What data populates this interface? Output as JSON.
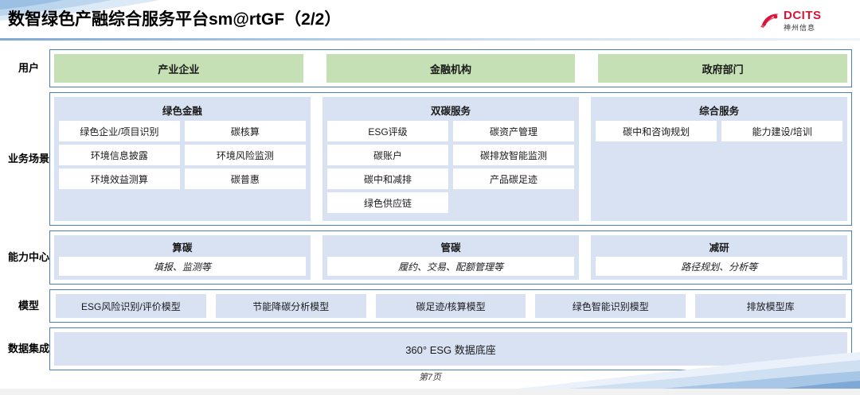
{
  "header": {
    "title": "数智绿色产融综合服务平台sm@rtGF（2/2）",
    "logo_en": "DCITS",
    "logo_cn": "神州信息"
  },
  "rows": {
    "users": {
      "label": "用户",
      "items": [
        "产业企业",
        "金融机构",
        "政府部门"
      ]
    },
    "scenarios": {
      "label": "业务场景",
      "groups": [
        {
          "title": "绿色金融",
          "items": [
            "绿色企业/项目识别",
            "碳核算",
            "环境信息披露",
            "环境风险监测",
            "环境效益测算",
            "碳普惠"
          ]
        },
        {
          "title": "双碳服务",
          "items": [
            "ESG评级",
            "碳资产管理",
            "碳账户",
            "碳排放智能监测",
            "碳中和减排",
            "产品碳足迹",
            "绿色供应链"
          ]
        },
        {
          "title": "综合服务",
          "items": [
            "碳中和咨询规划",
            "能力建设/培训"
          ]
        }
      ]
    },
    "capability": {
      "label": "能力中心",
      "groups": [
        {
          "title": "算碳",
          "sub": "填报、监测等"
        },
        {
          "title": "管碳",
          "sub": "履约、交易、配额管理等"
        },
        {
          "title": "减研",
          "sub": "路径规划、分析等"
        }
      ]
    },
    "models": {
      "label": "模型",
      "items": [
        "ESG风险识别/评价模型",
        "节能降碳分析模型",
        "碳足迹/核算模型",
        "绿色智能识别模型",
        "排放模型库"
      ]
    },
    "data": {
      "label": "数据集成",
      "items": [
        "360° ESG 数据底座"
      ]
    }
  },
  "footer": {
    "page": "第7页"
  },
  "colors": {
    "green": "#c5e0b4",
    "panel_blue": "#d9e2f3",
    "border_blue": "#4a7ebb",
    "logo_red": "#d7143a"
  }
}
